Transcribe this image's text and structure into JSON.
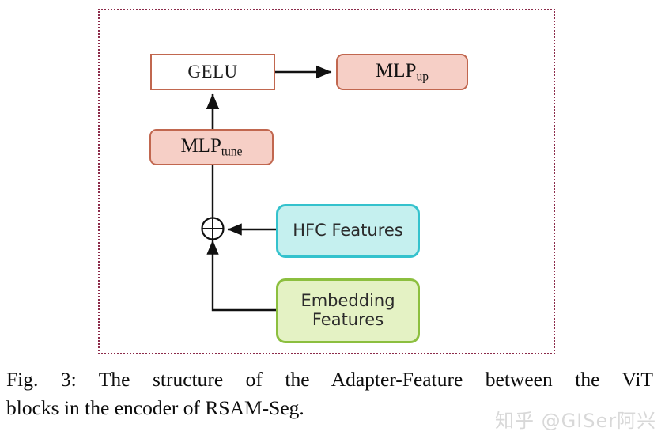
{
  "figure": {
    "frame_border_color": "#8c2b4a",
    "nodes": {
      "gelu": {
        "label": "GELU",
        "fill": "#ffffff",
        "border": "#c1674f"
      },
      "mlp_up": {
        "label": "MLP",
        "subscript": "up",
        "fill": "#f6cfc6",
        "border": "#c1674f"
      },
      "mlp_tune": {
        "label": "MLP",
        "subscript": "tune",
        "fill": "#f6cfc6",
        "border": "#c1674f"
      },
      "hfc": {
        "label": "HFC Features",
        "fill": "#c5f0ef",
        "border": "#34c2cd"
      },
      "embedding": {
        "line1": "Embedding",
        "line2": "Features",
        "fill": "#e4f2c4",
        "border": "#8cbf3f"
      },
      "sum": {
        "label": "plus-circle-operator",
        "stroke": "#000000"
      }
    },
    "edges": [
      {
        "from": "gelu",
        "to": "mlp_up",
        "style": "arrow"
      },
      {
        "from": "mlp_tune",
        "to": "gelu",
        "style": "arrow"
      },
      {
        "from": "mlp_tune",
        "to": "sum",
        "style": "line"
      },
      {
        "from": "hfc",
        "to": "sum",
        "style": "arrow"
      },
      {
        "from": "embedding",
        "to": "sum",
        "style": "arrow"
      }
    ]
  },
  "caption": {
    "line1": "Fig. 3: The structure of the Adapter-Feature between the ViT",
    "line2": "blocks in the encoder of RSAM-Seg."
  },
  "watermark": {
    "text": "知乎 @GISer阿兴"
  }
}
